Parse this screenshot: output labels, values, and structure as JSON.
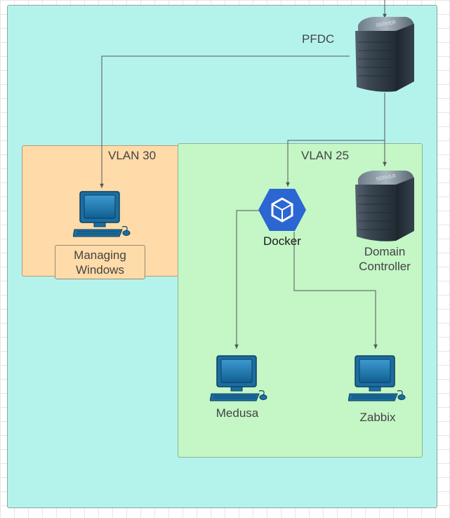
{
  "diagram": {
    "pfdc_label": "PFDC",
    "vlan30_label": "VLAN 30",
    "vlan25_label": "VLAN 25",
    "managing_label_line1": "Managing",
    "managing_label_line2": "Windows",
    "docker_label": "Docker",
    "dc_label_line1": "Domain",
    "dc_label_line2": "Controller",
    "medusa_label": "Medusa",
    "zabbix_label": "Zabbix",
    "server_badge_text": "SERVER",
    "icons": {
      "pfdc": "server-icon",
      "domain_controller": "server-icon",
      "managing": "computer-icon",
      "docker": "docker-icon",
      "medusa": "computer-icon",
      "zabbix": "computer-icon"
    },
    "colors": {
      "outer_bg": "#b4f3ec",
      "vlan30_bg": "#fedba8",
      "vlan25_bg": "#c4f6c6",
      "docker_blue": "#2b66d3",
      "computer_blue": "#1b6ea0",
      "server_dark": "#2d3a46"
    }
  }
}
